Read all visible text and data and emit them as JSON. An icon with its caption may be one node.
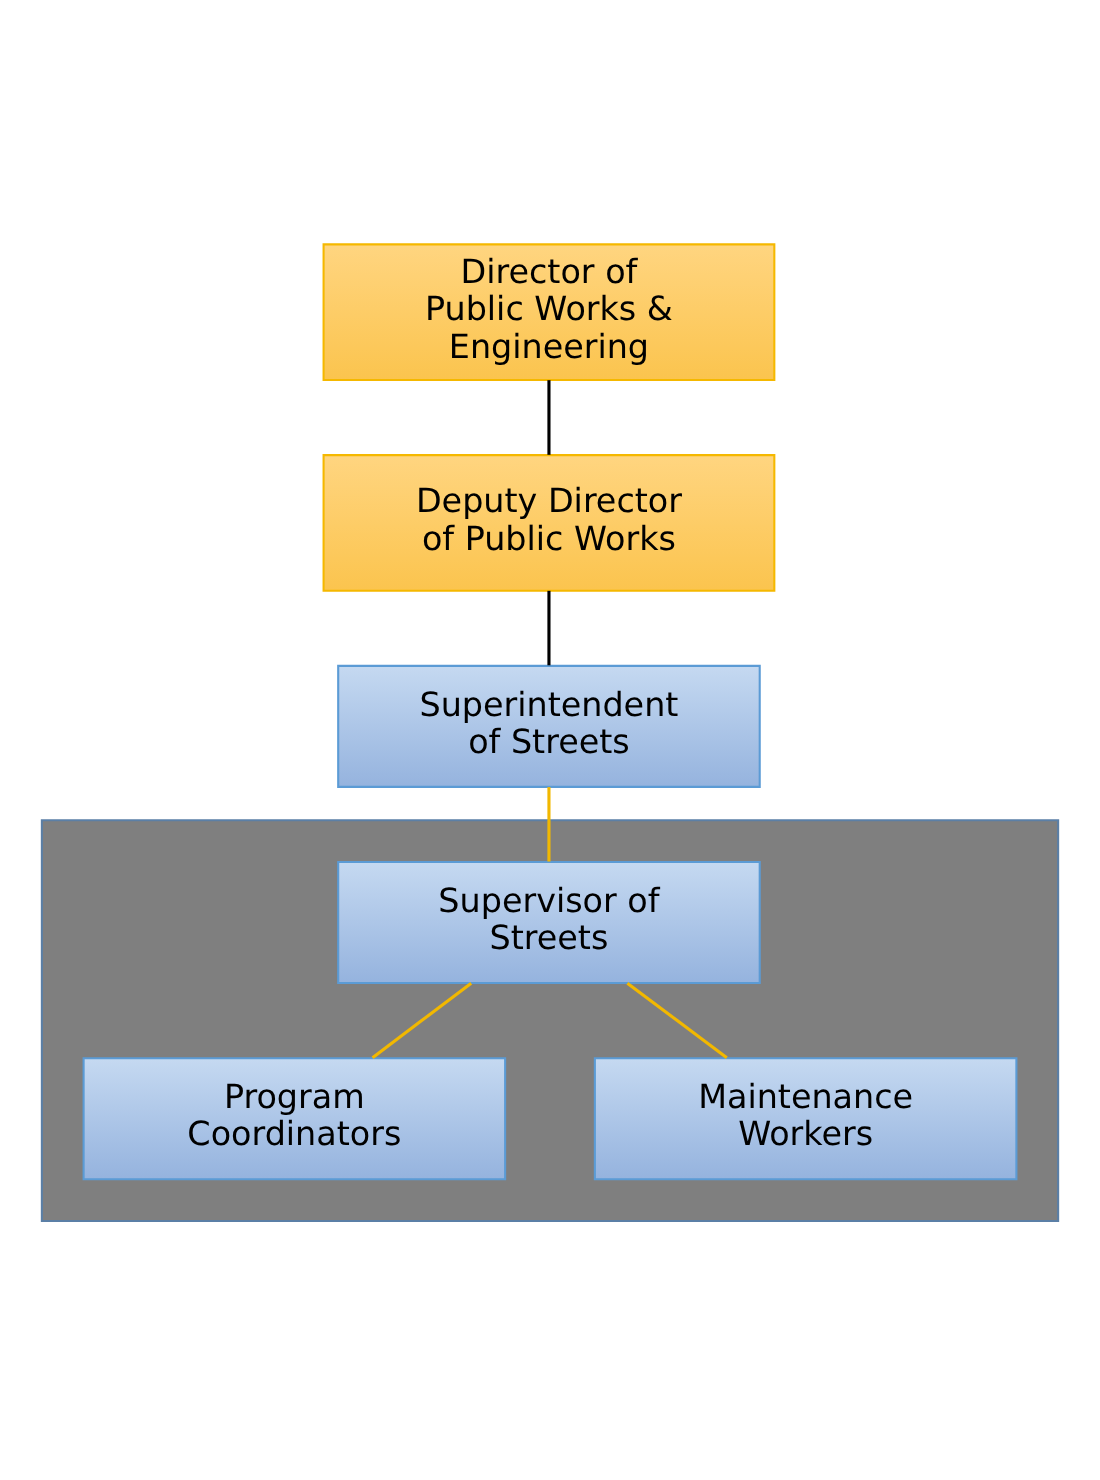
{
  "diagram": {
    "nodes": [
      {
        "text": [
          "Director of Public Works & Engineering"
        ]
      },
      {
        "text": [
          "Deputy Director of Public Works"
        ]
      },
      {
        "text": [
          "Superintendent of Streets"
        ]
      },
      {
        "text": [],
        "shape": "box"
      },
      {
        "text": [
          "Supervisor of Streets"
        ],
        "in": 3
      },
      {
        "text": [
          "Program Coordinators"
        ],
        "in": 3
      },
      {
        "text": [
          "Maintenance Workers"
        ],
        "in": 3
      }
    ],
    "edges": [
      {
        "from": 0,
        "to": 1,
        "arrow": "none",
        "color": "#000000"
      },
      {
        "from": 1,
        "to": 2,
        "arrow": "none",
        "color": "#000000"
      },
      {
        "from": 2,
        "to": 4,
        "arrow": "none"
      },
      {
        "from": 4,
        "to": 5,
        "arrow": "none"
      },
      {
        "from": 4,
        "to": 6,
        "arrow": "none"
      }
    ]
  }
}
